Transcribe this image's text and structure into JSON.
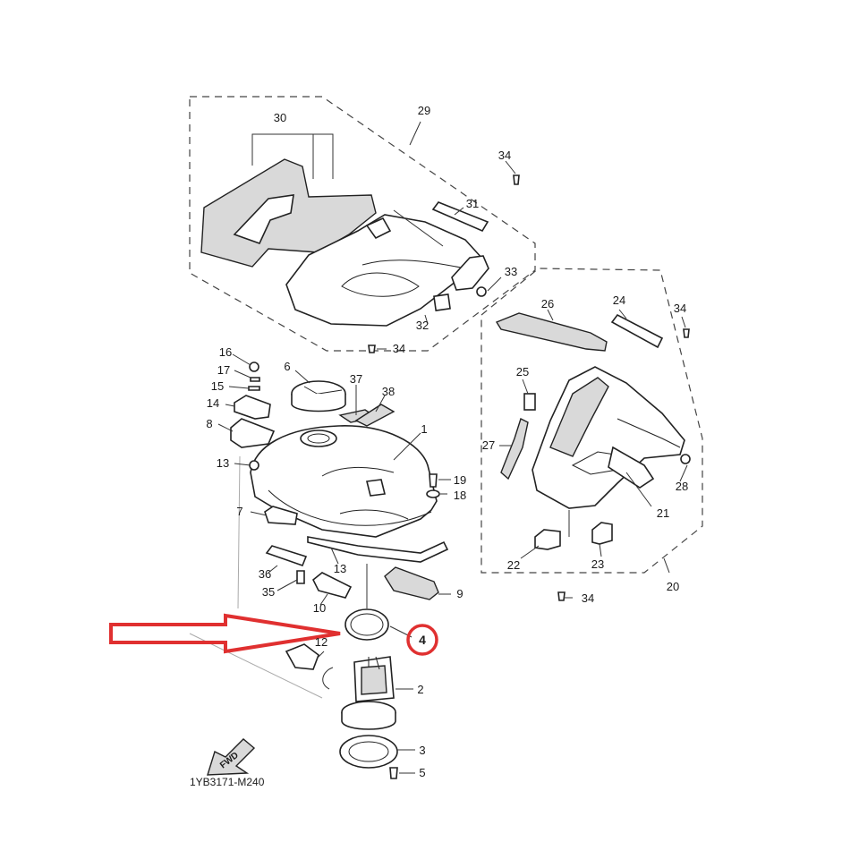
{
  "diagram": {
    "drawing_code": "1YB3171-M240",
    "fwd_label": "FWD",
    "highlighted_part": "4",
    "arrow_color": "#e03030",
    "callout_labels": {
      "l1": "1",
      "l2": "2",
      "l3": "3",
      "l4": "4",
      "l5": "5",
      "l6": "6",
      "l7": "7",
      "l8": "8",
      "l9": "9",
      "l10": "10",
      "l12": "12",
      "l13a": "13",
      "l13b": "13",
      "l14": "14",
      "l15": "15",
      "l16": "16",
      "l17": "17",
      "l18": "18",
      "l19": "19",
      "l20": "20",
      "l21": "21",
      "l22": "22",
      "l23": "23",
      "l24": "24",
      "l25": "25",
      "l26": "26",
      "l27": "27",
      "l28": "28",
      "l29": "29",
      "l30": "30",
      "l31": "31",
      "l32": "32",
      "l33": "33",
      "l34a": "34",
      "l34b": "34",
      "l34c": "34",
      "l34d": "34",
      "l35": "35",
      "l36": "36",
      "l37": "37",
      "l38": "38"
    }
  }
}
